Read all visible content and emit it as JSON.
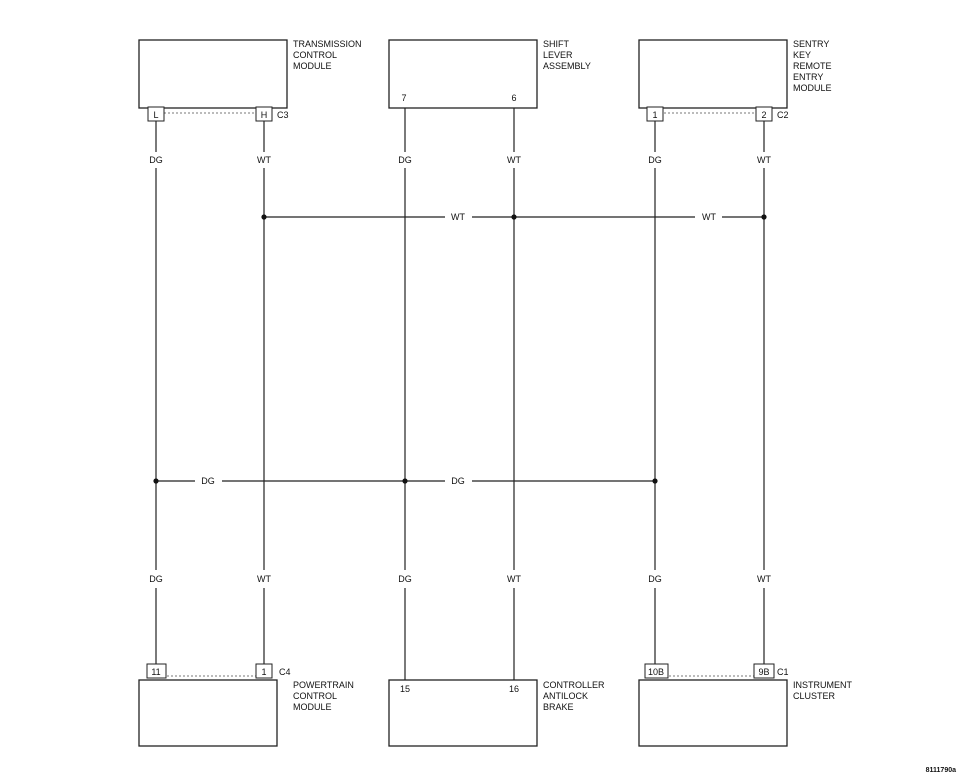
{
  "modules": {
    "tcm": {
      "lines": [
        "TRANSMISSION",
        "CONTROL",
        "MODULE"
      ],
      "connector": "C3",
      "pins": [
        "L",
        "H"
      ]
    },
    "shift_lever": {
      "lines": [
        "SHIFT",
        "LEVER",
        "ASSEMBLY"
      ],
      "pins": [
        "7",
        "6"
      ]
    },
    "skrem": {
      "lines": [
        "SENTRY",
        "KEY",
        "REMOTE",
        "ENTRY",
        "MODULE"
      ],
      "connector": "C2",
      "pins": [
        "1",
        "2"
      ]
    },
    "pcm": {
      "lines": [
        "POWERTRAIN",
        "CONTROL",
        "MODULE"
      ],
      "connector": "C4",
      "pins": [
        "11",
        "1"
      ]
    },
    "cab": {
      "lines": [
        "CONTROLLER",
        "ANTILOCK",
        "BRAKE"
      ],
      "pins": [
        "15",
        "16"
      ]
    },
    "cluster": {
      "lines": [
        "INSTRUMENT",
        "CLUSTER"
      ],
      "connector": "C1",
      "pins": [
        "10B",
        "9B"
      ]
    }
  },
  "wires": {
    "dg": "DG",
    "wt": "WT"
  },
  "figure_id": "8111790a",
  "colors": {
    "line": "#222222",
    "background": "#ffffff"
  }
}
